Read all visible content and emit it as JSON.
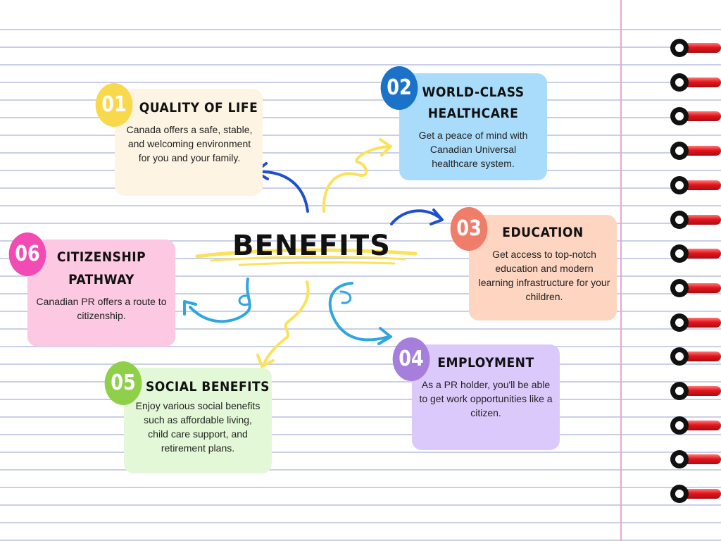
{
  "center": {
    "title": "BENEFITS"
  },
  "cards": [
    {
      "number": "01",
      "title_lines": [
        "QUALITY OF LIFE"
      ],
      "body": "Canada offers a safe, stable, and welcoming environment for you and your family.",
      "color": "#fdf4e3",
      "badge_color": "#f9d94c"
    },
    {
      "number": "02",
      "title_lines": [
        "WORLD-CLASS",
        "HEALTHCARE"
      ],
      "body": "Get a peace of mind with Canadian Universal healthcare system.",
      "color": "#a9dcfa",
      "badge_color": "#1a73c9"
    },
    {
      "number": "03",
      "title_lines": [
        "EDUCATION"
      ],
      "body": "Get access to top-notch education and modern learning infrastructure for your children.",
      "color": "#fdd5c1",
      "badge_color": "#f07c6a"
    },
    {
      "number": "04",
      "title_lines": [
        "EMPLOYMENT"
      ],
      "body": "As a PR holder, you'll be able to get work opportunities like a citizen.",
      "color": "#dcc9fb",
      "badge_color": "#a67fdc"
    },
    {
      "number": "05",
      "title_lines": [
        "SOCIAL BENEFITS"
      ],
      "body": "Enjoy various social benefits such as affordable living, child care support, and retirement plans.",
      "color": "#e3f8d6",
      "badge_color": "#8fcf4a"
    },
    {
      "number": "06",
      "title_lines": [
        "CITIZENSHIP",
        "PATHWAY"
      ],
      "body": "Canadian PR offers a route to citizenship.",
      "color": "#fcc8e2",
      "badge_color": "#f24bb3"
    }
  ],
  "colors": {
    "margin_line": "#e6a6d8",
    "ruled_line": "#c9cfe6",
    "arrow_blue": "#1f4fcf",
    "arrow_light_blue": "#2fa6e0",
    "arrow_yellow": "#fbe25a",
    "spiral_wire": "#e4161c"
  }
}
